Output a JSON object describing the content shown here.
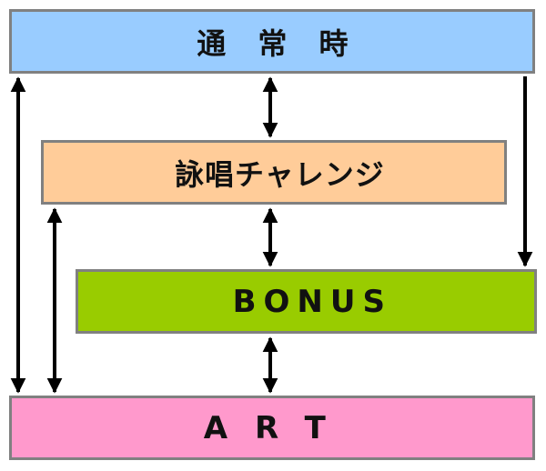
{
  "states": {
    "normal": {
      "label": "通 常 時",
      "color": "#99ccff"
    },
    "chant_challenge": {
      "label": "詠唱チャレンジ",
      "color": "#ffcc99"
    },
    "bonus": {
      "label": "BONUS",
      "color": "#99cc00"
    },
    "art": {
      "label": "ART",
      "color": "#ff99cc"
    }
  },
  "transitions": [
    {
      "from": "normal",
      "to": "chant_challenge",
      "direction": "both"
    },
    {
      "from": "chant_challenge",
      "to": "bonus",
      "direction": "both"
    },
    {
      "from": "bonus",
      "to": "art",
      "direction": "both"
    },
    {
      "from": "normal",
      "to": "art",
      "direction": "both"
    },
    {
      "from": "chant_challenge",
      "to": "art",
      "direction": "both"
    },
    {
      "from": "normal",
      "to": "bonus",
      "direction": "one-way"
    }
  ],
  "colors": {
    "border": "#808080",
    "arrow": "#000000"
  }
}
